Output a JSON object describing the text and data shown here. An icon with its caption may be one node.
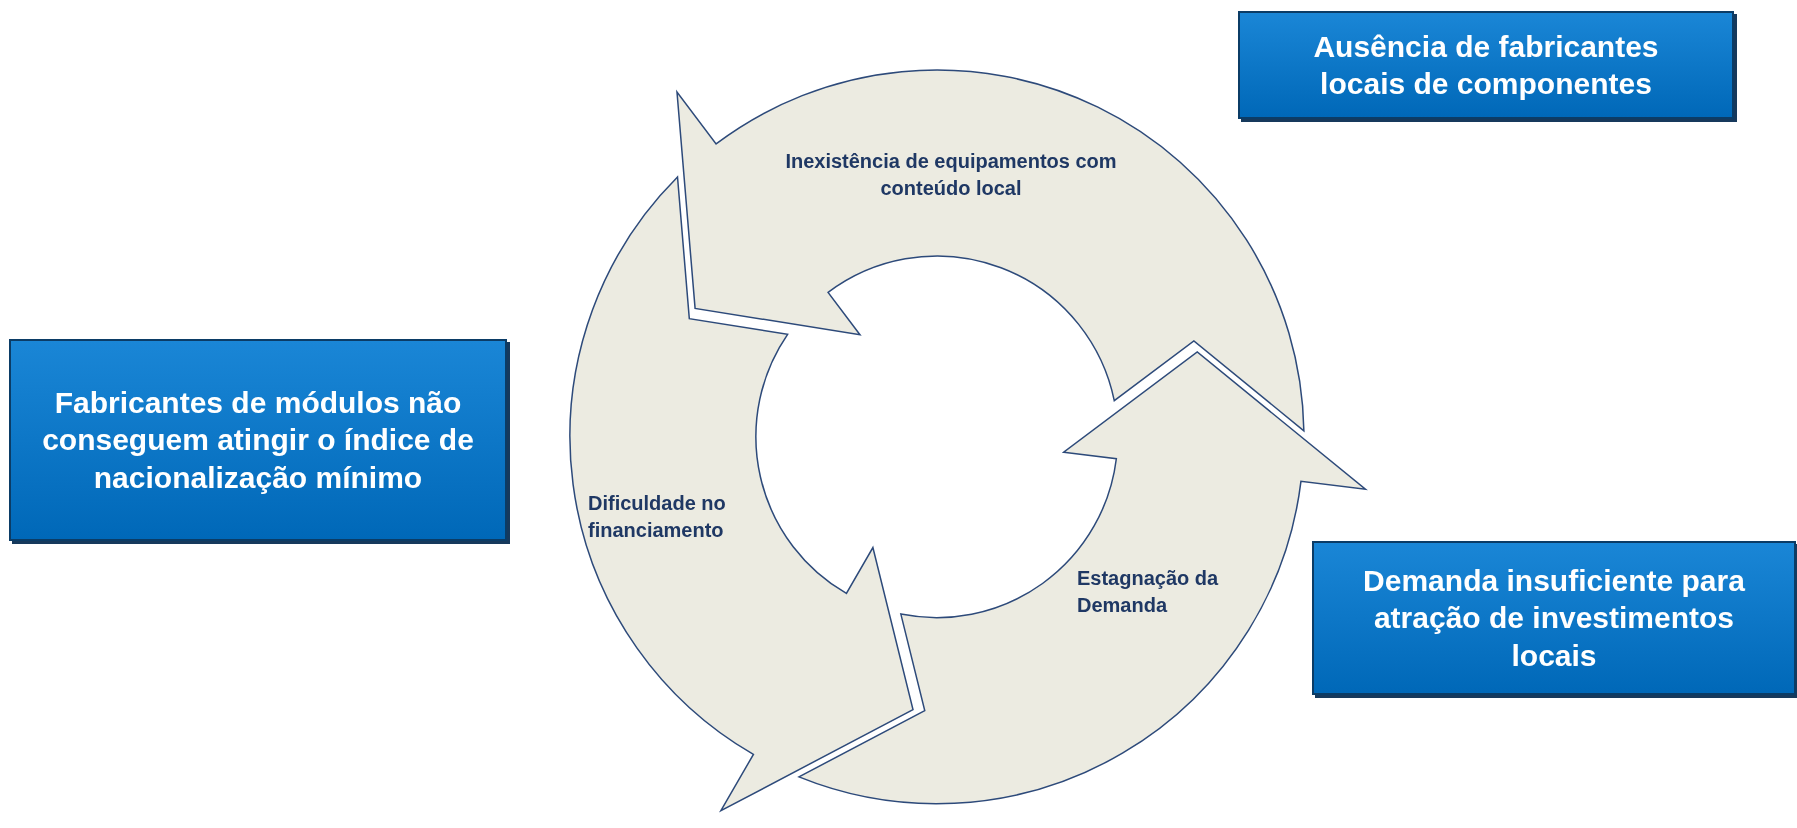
{
  "diagram": {
    "nodes": [
      {
        "text": [
          "Ausência de fabricantes locais de componentes"
        ]
      },
      {
        "text": [
          "Inexistência de equipamentos com conteúdo local"
        ]
      },
      {
        "text": [
          "Fabricantes de módulos não conseguem atingir o índice de nacionalização mínimo"
        ]
      },
      {
        "text": [
          "Dificuldade no financiamento"
        ]
      },
      {
        "text": [
          "Estagnação da Demanda"
        ]
      },
      {
        "text": [
          "Demanda insuficiente para atração de investimentos locais"
        ]
      }
    ]
  }
}
